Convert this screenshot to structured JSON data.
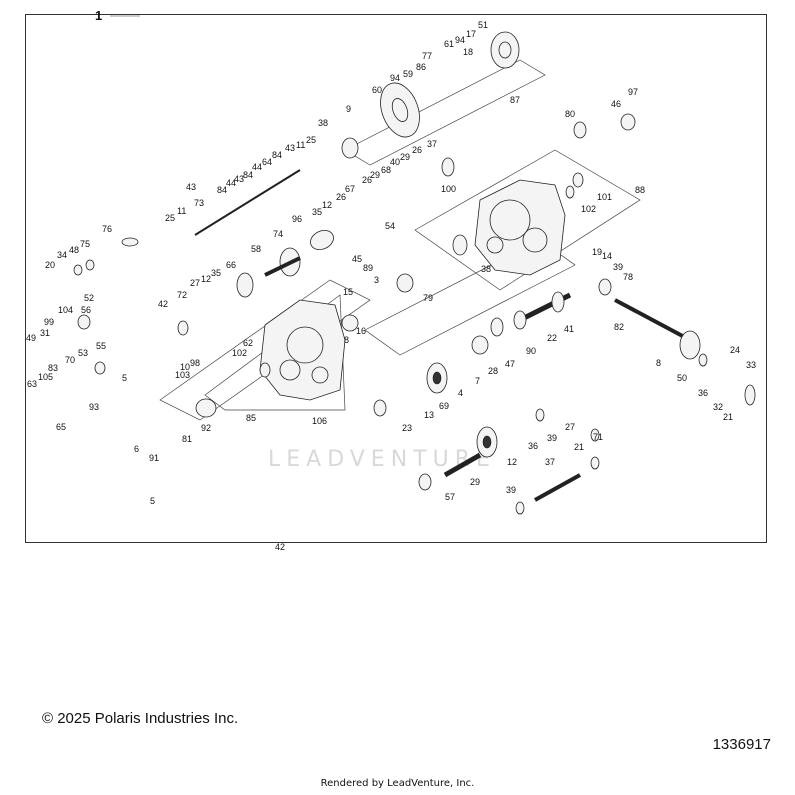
{
  "figure_number": "1",
  "watermark": "LEADVENTURE",
  "copyright": "© 2025 Polaris Industries Inc.",
  "part_number": "1336917",
  "rendered_by": "Rendered by LeadVenture, Inc.",
  "callouts": [
    "51",
    "17",
    "94",
    "61",
    "18",
    "77",
    "86",
    "59",
    "94",
    "60",
    "87",
    "9",
    "38",
    "25",
    "11",
    "43",
    "84",
    "64",
    "44",
    "84",
    "43",
    "44",
    "84",
    "37",
    "26",
    "29",
    "40",
    "68",
    "29",
    "26",
    "67",
    "26",
    "12",
    "35",
    "96",
    "74",
    "73",
    "25",
    "11",
    "43",
    "80",
    "46",
    "97",
    "100",
    "101",
    "102",
    "88",
    "76",
    "75",
    "48",
    "34",
    "20",
    "58",
    "66",
    "35",
    "12",
    "27",
    "72",
    "42",
    "54",
    "45",
    "89",
    "3",
    "79",
    "38",
    "19",
    "14",
    "39",
    "78",
    "15",
    "52",
    "104",
    "56",
    "99",
    "31",
    "49",
    "22",
    "41",
    "82",
    "62",
    "102",
    "16",
    "8",
    "55",
    "53",
    "70",
    "83",
    "105",
    "63",
    "10",
    "98",
    "103",
    "5",
    "93",
    "47",
    "90",
    "28",
    "7",
    "8",
    "50",
    "36",
    "24",
    "33",
    "32",
    "21",
    "106",
    "85",
    "92",
    "81",
    "65",
    "6",
    "91",
    "5",
    "4",
    "69",
    "13",
    "23",
    "39",
    "27",
    "36",
    "12",
    "71",
    "21",
    "37",
    "29",
    "57",
    "39",
    "42"
  ]
}
